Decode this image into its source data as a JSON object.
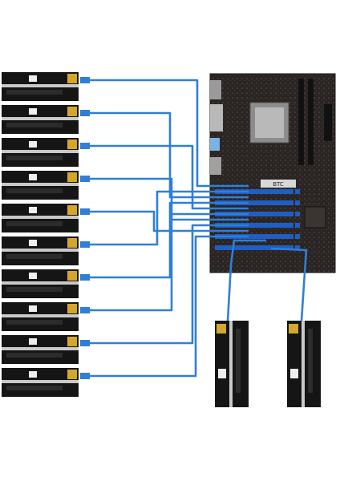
{
  "scene": {
    "subject": "mining-motherboard-with-pcie-riser-cards",
    "riser_card_count": 12,
    "usb_cable_color": "#2f7fd8",
    "riser_pcb_color": "#151515",
    "riser_bracket_color": "#c9c9c9",
    "riser_connector_color": "#d4a72c",
    "motherboard_color": "#2a2523",
    "cpu_socket_color": "#b9b9b9",
    "pcie_slot_color": "#1f5fc4",
    "label_text": "BTC"
  }
}
